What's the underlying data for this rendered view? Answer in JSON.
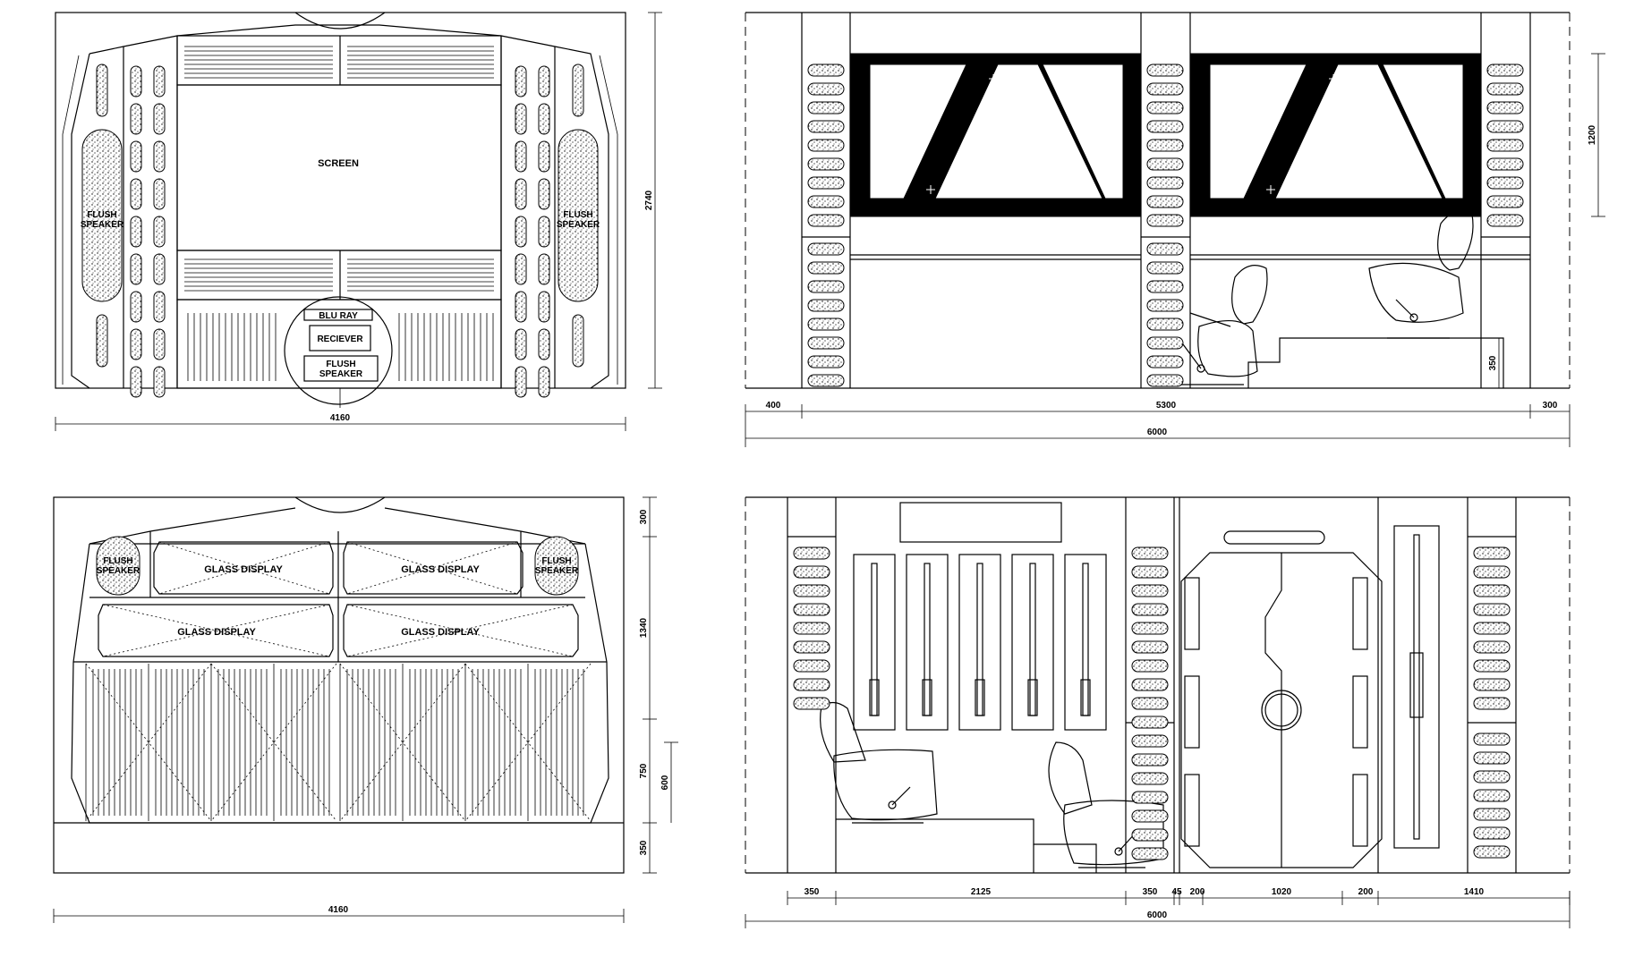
{
  "panel1": {
    "screen": "SCREEN",
    "speaker_left": [
      "FLUSH",
      "SPEAKER"
    ],
    "speaker_right": [
      "FLUSH",
      "SPEAKER"
    ],
    "bluray": "BLU RAY",
    "receiver": "RECIEVER",
    "flush_speaker": [
      "FLUSH",
      "SPEAKER"
    ],
    "dim_width": "4160",
    "dim_height": "2740"
  },
  "panel2": {
    "dims": [
      "400",
      "5300",
      "300"
    ],
    "total": "6000",
    "dim_height": "1200",
    "dim_step": "350"
  },
  "panel3": {
    "speaker_left": [
      "FLUSH",
      "SPEAKER"
    ],
    "speaker_right": [
      "FLUSH",
      "SPEAKER"
    ],
    "glass": [
      "GLASS  DISPLAY",
      "GLASS  DISPLAY",
      "GLASS  DISPLAY",
      "GLASS  DISPLAY"
    ],
    "dims_right": [
      "300",
      "1340",
      "750",
      "350"
    ],
    "dim_inner": "600",
    "dim_width": "4160"
  },
  "panel4": {
    "dims": [
      "350",
      "2125",
      "350",
      "45",
      "200",
      "1020",
      "200",
      "1410"
    ],
    "total": "6000"
  }
}
